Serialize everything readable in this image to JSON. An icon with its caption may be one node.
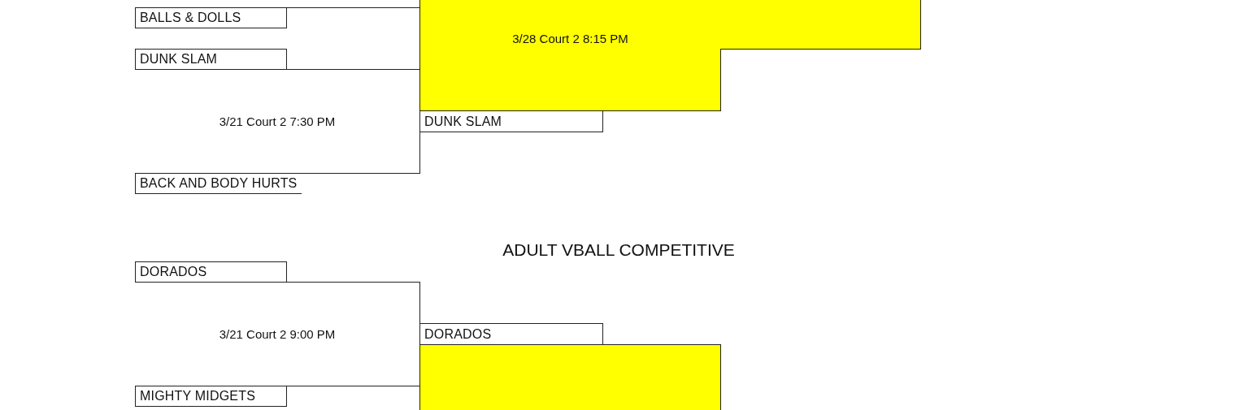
{
  "diagram": {
    "title": "ADULT VBALL COMPETITIVE",
    "nodes": [
      {
        "text": [
          "BALLS & DOLLS"
        ]
      },
      {
        "text": [
          "3/28 Court 2 8:15 PM"
        ]
      },
      {
        "text": [],
        "shape": "box"
      },
      {
        "text": [
          "DUNK SLAM"
        ]
      },
      {
        "text": [
          "3/21 Court 2 7:30 PM"
        ]
      },
      {
        "text": [
          "DUNK SLAM"
        ]
      },
      {
        "text": [
          "BACK AND BODY HURTS"
        ]
      },
      {
        "text": [
          "DORADOS"
        ]
      },
      {
        "text": [
          "3/21 Court 2 9:00 PM"
        ]
      },
      {
        "text": [
          "DORADOS"
        ]
      },
      {
        "text": [
          "MIGHTY MIDGETS"
        ]
      },
      {
        "text": [],
        "shape": "box"
      }
    ],
    "edges": [
      {
        "from": 0,
        "to": 1,
        "arrow": "none"
      }
    ]
  }
}
